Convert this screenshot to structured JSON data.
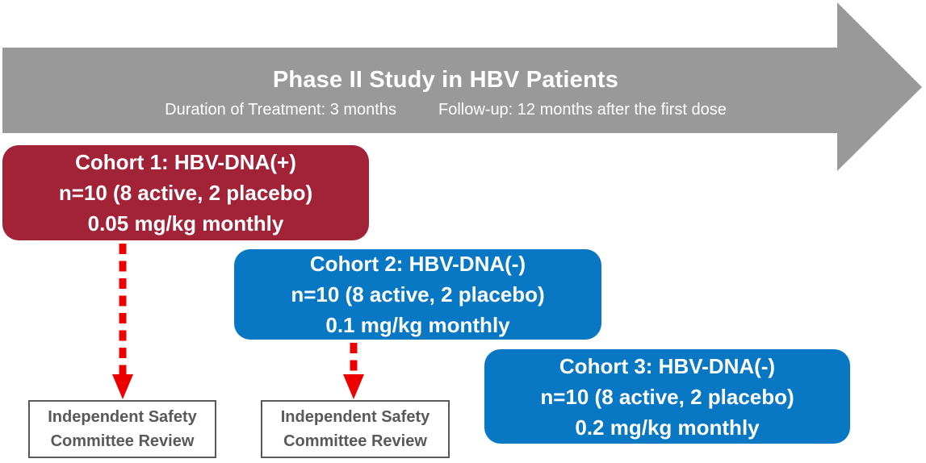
{
  "banner": {
    "title": "Phase II Study in HBV Patients",
    "subtitle_duration": "Duration of Treatment: 3 months",
    "subtitle_followup": "Follow-up: 12 months after the first dose",
    "arrow_color": "#999999",
    "text_color": "#FFFFFF"
  },
  "cohorts": [
    {
      "title": "Cohort 1: HBV-DNA(+)",
      "enrollment": "n=10 (8 active, 2 placebo)",
      "dose": "0.05 mg/kg monthly",
      "fill_color": "#A22337",
      "text_color": "#FFFFFF"
    },
    {
      "title": "Cohort 2: HBV-DNA(-)",
      "enrollment": "n=10 (8 active, 2 placebo)",
      "dose": "0.1 mg/kg monthly",
      "fill_color": "#0878C4",
      "text_color": "#FFFFFF"
    },
    {
      "title": "Cohort 3: HBV-DNA(-)",
      "enrollment": "n=10 (8 active, 2 placebo)",
      "dose": "0.2 mg/kg monthly",
      "fill_color": "#0878C4",
      "text_color": "#FFFFFF"
    }
  ],
  "safety_reviews": [
    {
      "line1": "Independent Safety",
      "line2": "Committee Review"
    },
    {
      "line1": "Independent Safety",
      "line2": "Committee Review"
    }
  ],
  "connector": {
    "color": "#EE0000",
    "style": "dashed"
  },
  "safety_box": {
    "border_color": "#595959",
    "text_color": "#595959",
    "background": "#FFFFFF"
  }
}
